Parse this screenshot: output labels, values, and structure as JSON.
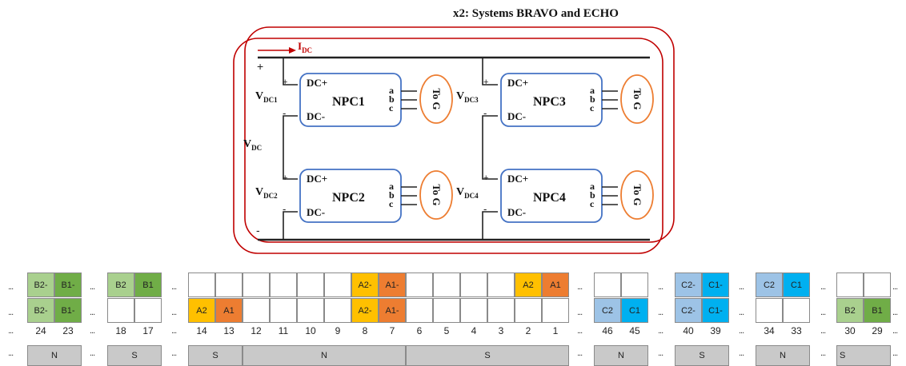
{
  "title": "x2: Systems BRAVO and ECHO",
  "circuit": {
    "current_label": "I",
    "current_sub": "DC",
    "vdc_label": "V",
    "vdc_sub": "DC",
    "plus": "+",
    "minus": "-",
    "converters": [
      {
        "name": "NPC1",
        "vlabel": "V",
        "vsub": "DC1",
        "dcp": "DC+",
        "dcm": "DC-",
        "phases": [
          "a",
          "b",
          "c"
        ],
        "grid": "To G"
      },
      {
        "name": "NPC3",
        "vlabel": "V",
        "vsub": "DC3",
        "dcp": "DC+",
        "dcm": "DC-",
        "phases": [
          "a",
          "b",
          "c"
        ],
        "grid": "To G"
      },
      {
        "name": "NPC2",
        "vlabel": "V",
        "vsub": "DC2",
        "dcp": "DC+",
        "dcm": "DC-",
        "phases": [
          "a",
          "b",
          "c"
        ],
        "grid": "To G"
      },
      {
        "name": "NPC4",
        "vlabel": "V",
        "vsub": "DC4",
        "dcp": "DC+",
        "dcm": "DC-",
        "phases": [
          "a",
          "b",
          "c"
        ],
        "grid": "To G"
      }
    ]
  },
  "colors": {
    "light_green": "#a9d08e",
    "dark_green": "#70ad47",
    "yellow": "#ffc000",
    "orange": "#ed7d31",
    "light_blue": "#9dc3e6",
    "blue": "#00b0f0",
    "gray": "#c9c9c9",
    "red": "#c00000",
    "npc_border": "#4472c4",
    "grid_oval": "#ed7d31"
  },
  "ellipsis": "...",
  "slot_groups": [
    {
      "row1": [
        {
          "t": "B2-",
          "c": "light_green"
        },
        {
          "t": "B1-",
          "c": "dark_green"
        }
      ],
      "row2": [
        {
          "t": "B2-",
          "c": "light_green"
        },
        {
          "t": "B1-",
          "c": "dark_green"
        }
      ],
      "numbers": [
        "24",
        "23"
      ]
    },
    {
      "row1": [
        {
          "t": "B2",
          "c": "light_green"
        },
        {
          "t": "B1",
          "c": "dark_green"
        }
      ],
      "row2": [
        {
          "t": "",
          "c": ""
        },
        {
          "t": "",
          "c": ""
        }
      ],
      "numbers": [
        "18",
        "17"
      ]
    },
    {
      "row1": [
        {
          "t": "",
          "c": ""
        },
        {
          "t": "",
          "c": ""
        },
        {
          "t": "",
          "c": ""
        },
        {
          "t": "",
          "c": ""
        },
        {
          "t": "",
          "c": ""
        },
        {
          "t": "",
          "c": ""
        },
        {
          "t": "A2-",
          "c": "yellow"
        },
        {
          "t": "A1-",
          "c": "orange"
        },
        {
          "t": "",
          "c": ""
        },
        {
          "t": "",
          "c": ""
        },
        {
          "t": "",
          "c": ""
        },
        {
          "t": "",
          "c": ""
        },
        {
          "t": "A2",
          "c": "yellow"
        },
        {
          "t": "A1",
          "c": "orange"
        }
      ],
      "row2": [
        {
          "t": "A2",
          "c": "yellow"
        },
        {
          "t": "A1",
          "c": "orange"
        },
        {
          "t": "",
          "c": ""
        },
        {
          "t": "",
          "c": ""
        },
        {
          "t": "",
          "c": ""
        },
        {
          "t": "",
          "c": ""
        },
        {
          "t": "A2-",
          "c": "yellow"
        },
        {
          "t": "A1-",
          "c": "orange"
        },
        {
          "t": "",
          "c": ""
        },
        {
          "t": "",
          "c": ""
        },
        {
          "t": "",
          "c": ""
        },
        {
          "t": "",
          "c": ""
        },
        {
          "t": "",
          "c": ""
        },
        {
          "t": "",
          "c": ""
        }
      ],
      "numbers": [
        "14",
        "13",
        "12",
        "11",
        "10",
        "9",
        "8",
        "7",
        "6",
        "5",
        "4",
        "3",
        "2",
        "1"
      ]
    },
    {
      "row1": [
        {
          "t": "",
          "c": ""
        },
        {
          "t": "",
          "c": ""
        }
      ],
      "row2": [
        {
          "t": "C2",
          "c": "light_blue"
        },
        {
          "t": "C1",
          "c": "blue"
        }
      ],
      "numbers": [
        "46",
        "45"
      ]
    },
    {
      "row1": [
        {
          "t": "C2-",
          "c": "light_blue"
        },
        {
          "t": "C1-",
          "c": "blue"
        }
      ],
      "row2": [
        {
          "t": "C2-",
          "c": "light_blue"
        },
        {
          "t": "C1-",
          "c": "blue"
        }
      ],
      "numbers": [
        "40",
        "39"
      ]
    },
    {
      "row1": [
        {
          "t": "C2",
          "c": "light_blue"
        },
        {
          "t": "C1",
          "c": "blue"
        }
      ],
      "row2": [
        {
          "t": "",
          "c": ""
        },
        {
          "t": "",
          "c": ""
        }
      ],
      "numbers": [
        "34",
        "33"
      ]
    },
    {
      "row1": [
        {
          "t": "",
          "c": ""
        },
        {
          "t": "",
          "c": ""
        }
      ],
      "row2": [
        {
          "t": "B2",
          "c": "light_green"
        },
        {
          "t": "B1",
          "c": "dark_green"
        }
      ],
      "numbers": [
        "30",
        "29"
      ]
    }
  ],
  "pole_labels": [
    "N",
    "S",
    "S",
    "N",
    "S",
    "N",
    "S",
    "N",
    "S"
  ]
}
